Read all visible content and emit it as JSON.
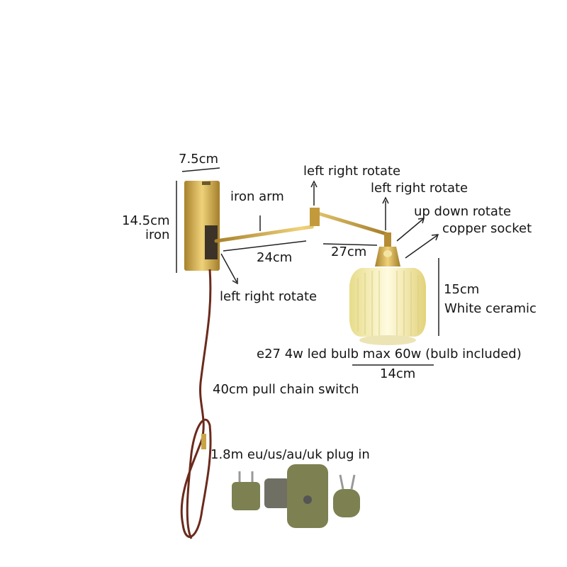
{
  "labels": {
    "backplate_width": "7.5cm",
    "backplate_height": "14.5cm",
    "backplate_material": "iron",
    "arm_material": "iron arm",
    "joint1_rotate": "left right rotate",
    "joint2_rotate": "left right rotate",
    "socket_rotate": "up down rotate",
    "socket_material": "copper socket",
    "arm1_length": "24cm",
    "arm2_length": "27cm",
    "base_rotate": "left right rotate",
    "shade_height": "15cm",
    "shade_material": "White ceramic",
    "bulb_info": "e27 4w led bulb max 60w (bulb included)",
    "shade_width": "14cm",
    "switch_info": "40cm pull chain switch",
    "plug_info": "1.8m eu/us/au/uk plug in"
  },
  "colors": {
    "brass": "#c9a447",
    "shade": "#f3ecb0",
    "cord": "#6b2a1c",
    "plug": "#7d8050"
  }
}
